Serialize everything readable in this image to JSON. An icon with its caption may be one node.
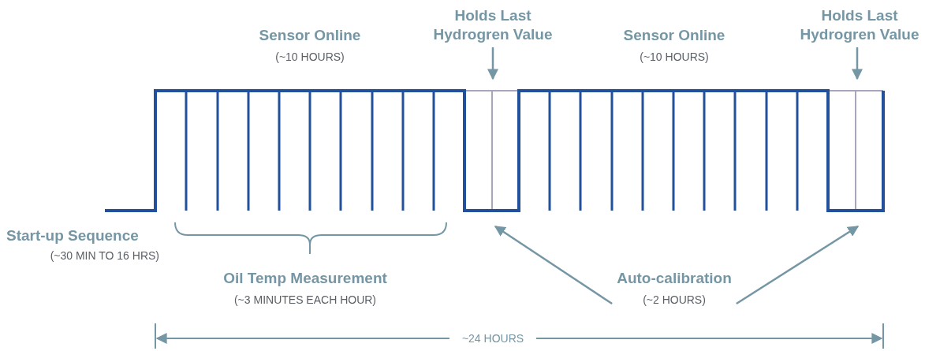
{
  "diagram": {
    "nodes": [
      {
        "text": [
          "Holds Last Hydrogren Value"
        ]
      },
      {
        "text": [
          "Holds Last Hydrogren Value"
        ]
      },
      {
        "text": [
          "Auto-calibration",
          "(~2 HOURS)"
        ]
      }
    ],
    "edges": [
      {
        "from": 0,
        "to": null,
        "arrow": "to"
      },
      {
        "from": 1,
        "to": null,
        "arrow": "to"
      },
      {
        "from": 2,
        "to": null,
        "arrow": "to"
      },
      {
        "from": 2,
        "to": null,
        "arrow": "to"
      }
    ],
    "labels": [
      "Sensor Online",
      "(~10 HOURS)",
      "Sensor Online",
      "(~10 HOURS)",
      "Start-up Sequence",
      "(~30 MIN TO 16 HRS)",
      "Oil Temp Measurement",
      "(~3 MINUTES EACH HOUR)",
      "~24 HOURS"
    ]
  }
}
